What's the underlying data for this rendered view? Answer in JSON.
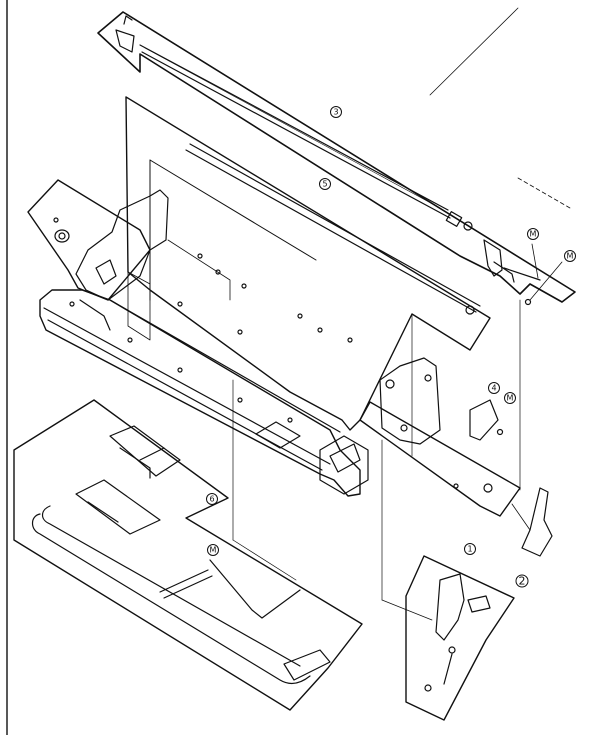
{
  "callouts": {
    "c1": "1",
    "c2": "2",
    "c3": "3",
    "c4": "4",
    "c5": "5",
    "c6": "6",
    "m": "M"
  },
  "colors": {
    "ink": "#111111",
    "paper": "#ffffff"
  }
}
